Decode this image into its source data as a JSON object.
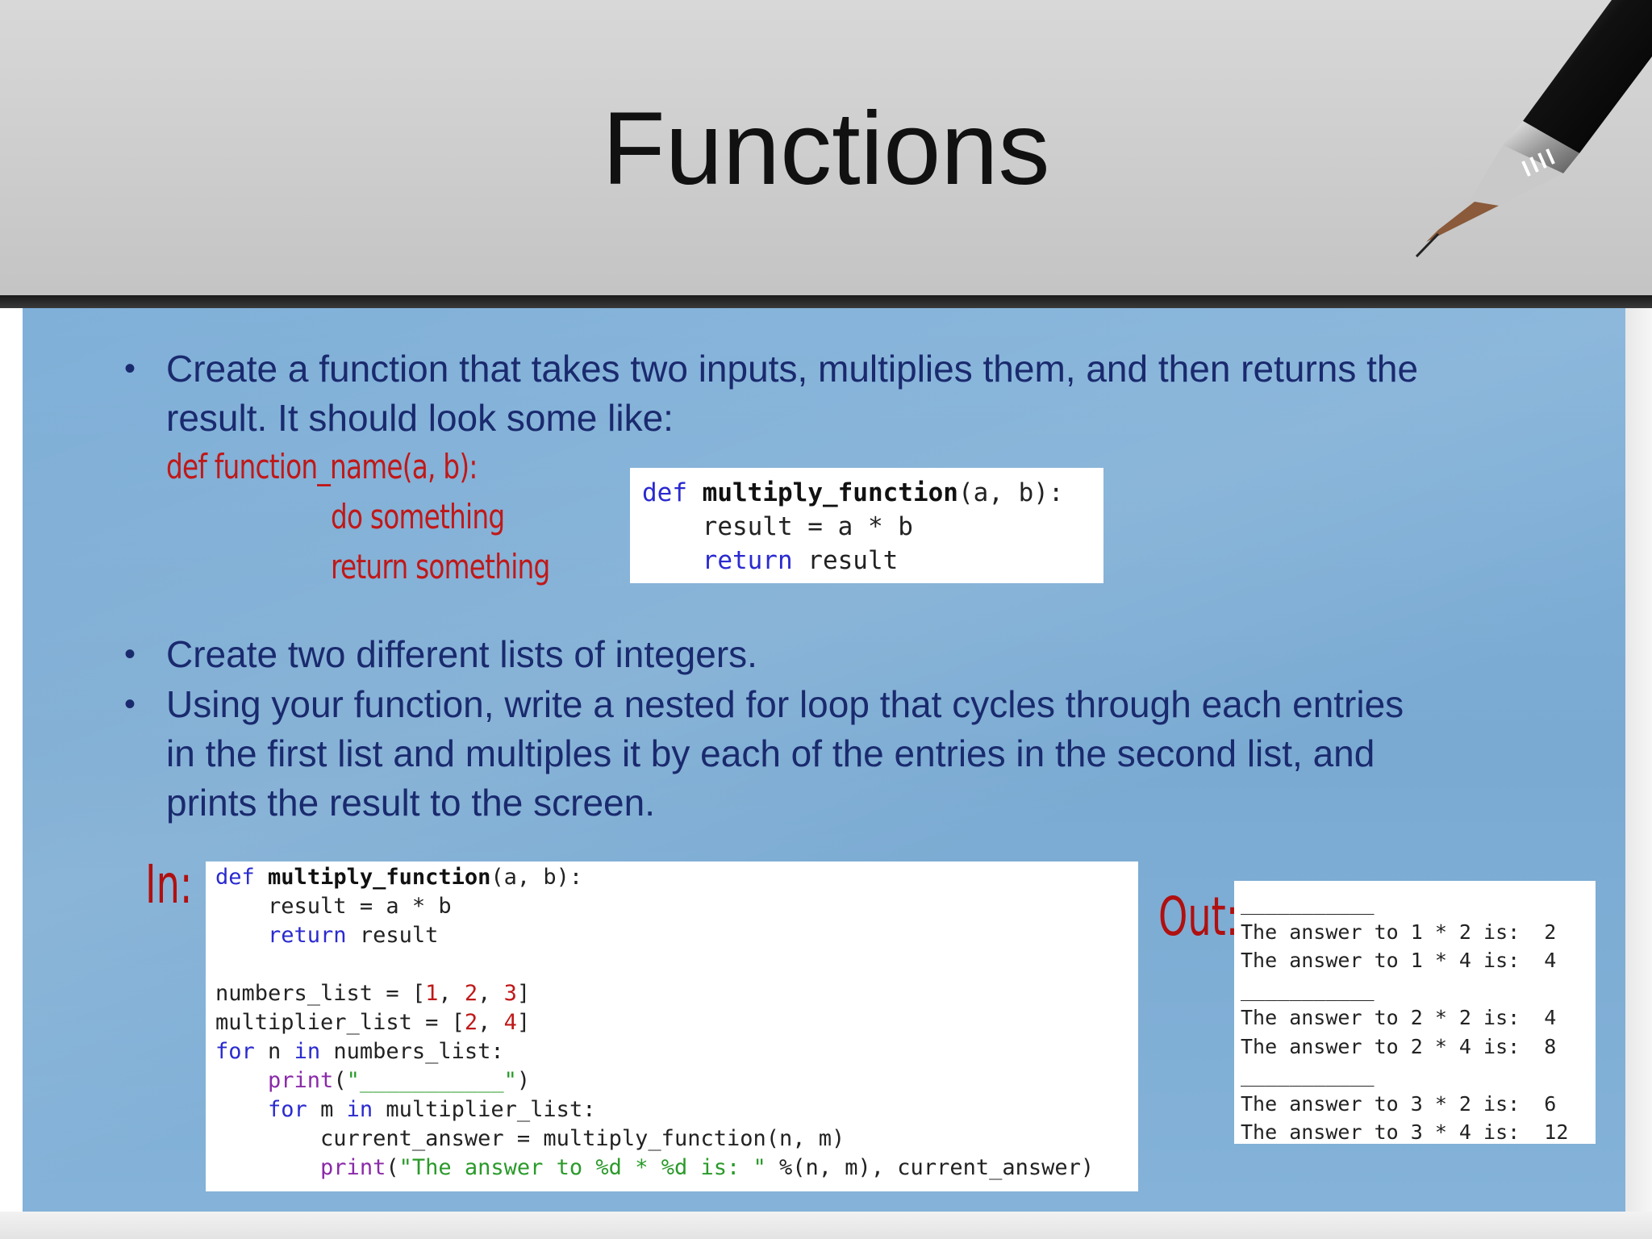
{
  "slide": {
    "title": "Functions",
    "bullets": [
      {
        "line1": "Create a function that takes two inputs, multiplies them, and then returns the",
        "line2": "result. It should look some like:"
      },
      {
        "line1": "Create two different lists of integers."
      },
      {
        "line1": "Using your function, write a nested for loop that cycles through each entries",
        "line2": "in the first list and multiples it by each of the entries in the second list, and",
        "line3": "prints the result to the screen."
      }
    ],
    "bullet_symbol": "•",
    "pseudo_code": [
      "def function_name(a, b):",
      "do something",
      "return something"
    ],
    "example_code": {
      "line1_kw": "def",
      "line1_name": "multiply_function",
      "line1_rest": "(a, b):",
      "line2": "result = a * b",
      "line3_kw": "return",
      "line3_rest": " result"
    },
    "in_label": "In:",
    "out_label": "Out:",
    "in_code": {
      "l1_kw": "def",
      "l1_name": "multiply_function",
      "l1_rest": "(a, b):",
      "l2": "result = a * b",
      "l3_kw": "return",
      "l3_rest": " result",
      "l4_a": "numbers_list = [",
      "l4_n1": "1",
      "l4_n2": "2",
      "l4_n3": "3",
      "l4_b": "]",
      "l5_a": "multiplier_list = [",
      "l5_n1": "2",
      "l5_n2": "4",
      "l5_b": "]",
      "l6_kw1": "for",
      "l6_a": " n ",
      "l6_kw2": "in",
      "l6_b": " numbers_list:",
      "l7_fn": "print",
      "l7_a": "(",
      "l7_str": "\"___________\"",
      "l7_b": ")",
      "l8_kw1": "for",
      "l8_a": " m ",
      "l8_kw2": "in",
      "l8_b": " multiplier_list:",
      "l9": "current_answer = multiply_function(n, m)",
      "l10_fn": "print",
      "l10_a": "(",
      "l10_str": "\"The answer to %d * %d is: \"",
      "l10_b": " %(n, m), current_answer)"
    },
    "out_lines": [
      "___________",
      "The answer to 1 * 2 is:  2",
      "The answer to 1 * 4 is:  4",
      "___________",
      "The answer to 2 * 2 is:  4",
      "The answer to 2 * 4 is:  8",
      "___________",
      "The answer to 3 * 2 is:  6",
      "The answer to 3 * 4 is:  12"
    ],
    "colors": {
      "text": "#1a2a6e",
      "pseudo": "#c01818",
      "keyword": "#2a2ad0",
      "builtin": "#8a2aa8",
      "string": "#2a9a2a",
      "background": "#80b0d8"
    },
    "icons": [
      "fountain-pen-icon"
    ]
  }
}
